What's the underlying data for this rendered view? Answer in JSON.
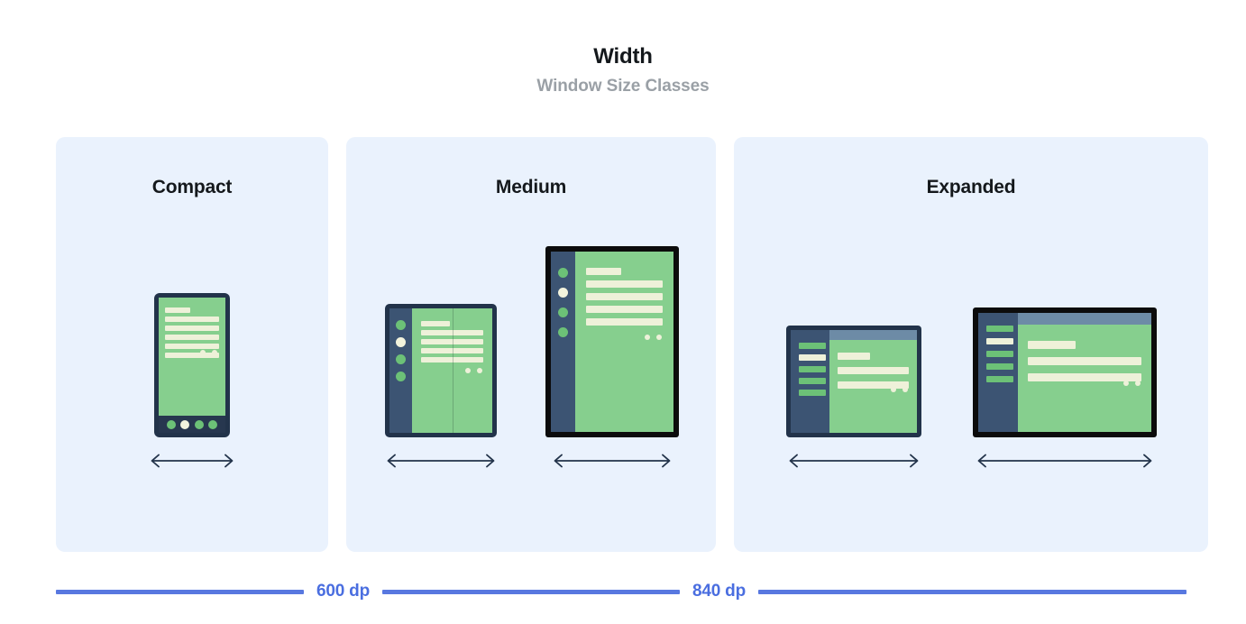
{
  "header": {
    "title": "Width",
    "subtitle": "Window Size Classes"
  },
  "colors": {
    "panel_background": "#eaf2fd",
    "page_background": "#ffffff",
    "title_text": "#14181c",
    "subtitle_text": "#9aa0a6",
    "scale_blue": "#4a6ee0",
    "device_bezel_navy": "#22334a",
    "device_bezel_black": "#0c0c0c",
    "screen_green": "#86cf8e",
    "content_cream": "#eef1d9",
    "nav_rail_navy": "#3c5473",
    "titlebar_slate": "#6d8ba6",
    "arrow_navy": "#22334a"
  },
  "panels": [
    {
      "id": "compact",
      "title": "Compact",
      "devices": [
        {
          "id": "phone",
          "type": "phone",
          "bezel": "navy",
          "arrow_width": 100,
          "nav_dots": [
            "green",
            "cream",
            "green",
            "green"
          ],
          "content_lines": [
            "short",
            "full",
            "full",
            "full",
            "full",
            "full"
          ],
          "trailing_dots": 2
        }
      ]
    },
    {
      "id": "medium",
      "title": "Medium",
      "devices": [
        {
          "id": "foldable",
          "type": "foldable",
          "bezel": "navy",
          "arrow_width": 128,
          "rail_dots": [
            "green",
            "cream",
            "green",
            "green"
          ],
          "content_lines": [
            "short",
            "full",
            "full",
            "full",
            "full"
          ],
          "trailing_dots": 2,
          "has_fold_line": true
        },
        {
          "id": "tablet-portrait",
          "type": "tablet-portrait",
          "bezel": "black",
          "arrow_width": 138,
          "rail_dots": [
            "green",
            "cream",
            "green",
            "green"
          ],
          "content_lines": [
            "short",
            "full",
            "full",
            "full",
            "full"
          ],
          "trailing_dots": 2
        }
      ]
    },
    {
      "id": "expanded",
      "title": "Expanded",
      "devices": [
        {
          "id": "laptop",
          "type": "laptop",
          "bezel": "navy",
          "arrow_width": 152,
          "drawer_bars": [
            "green",
            "cream",
            "green",
            "green",
            "green"
          ],
          "content_lines": [
            "short",
            "full",
            "full"
          ],
          "trailing_dots": 2,
          "has_titlebar": true
        },
        {
          "id": "tablet-landscape",
          "type": "tablet-landscape",
          "bezel": "black",
          "arrow_width": 202,
          "drawer_bars": [
            "green",
            "cream",
            "green",
            "green",
            "green"
          ],
          "content_lines": [
            "short",
            "full",
            "full"
          ],
          "trailing_dots": 2,
          "has_titlebar": true
        }
      ]
    }
  ],
  "scale": {
    "breakpoints": [
      {
        "id": "bp-600",
        "label": "600 dp"
      },
      {
        "id": "bp-840",
        "label": "840 dp"
      }
    ]
  }
}
